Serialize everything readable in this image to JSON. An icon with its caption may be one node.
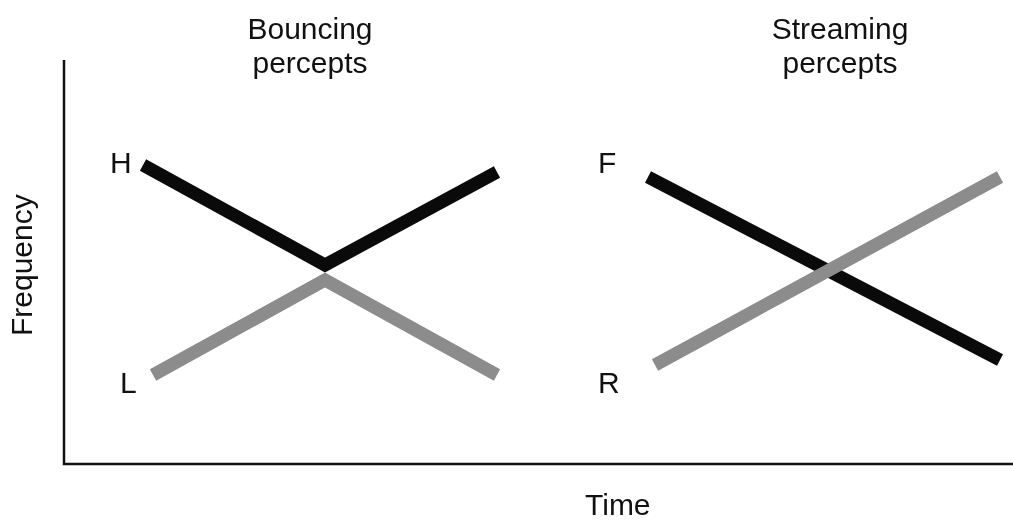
{
  "diagram": {
    "labels": [
      "Bouncing percepts",
      "Streaming percepts",
      "H",
      "F",
      "Frequency",
      "L",
      "R",
      "Time"
    ]
  }
}
